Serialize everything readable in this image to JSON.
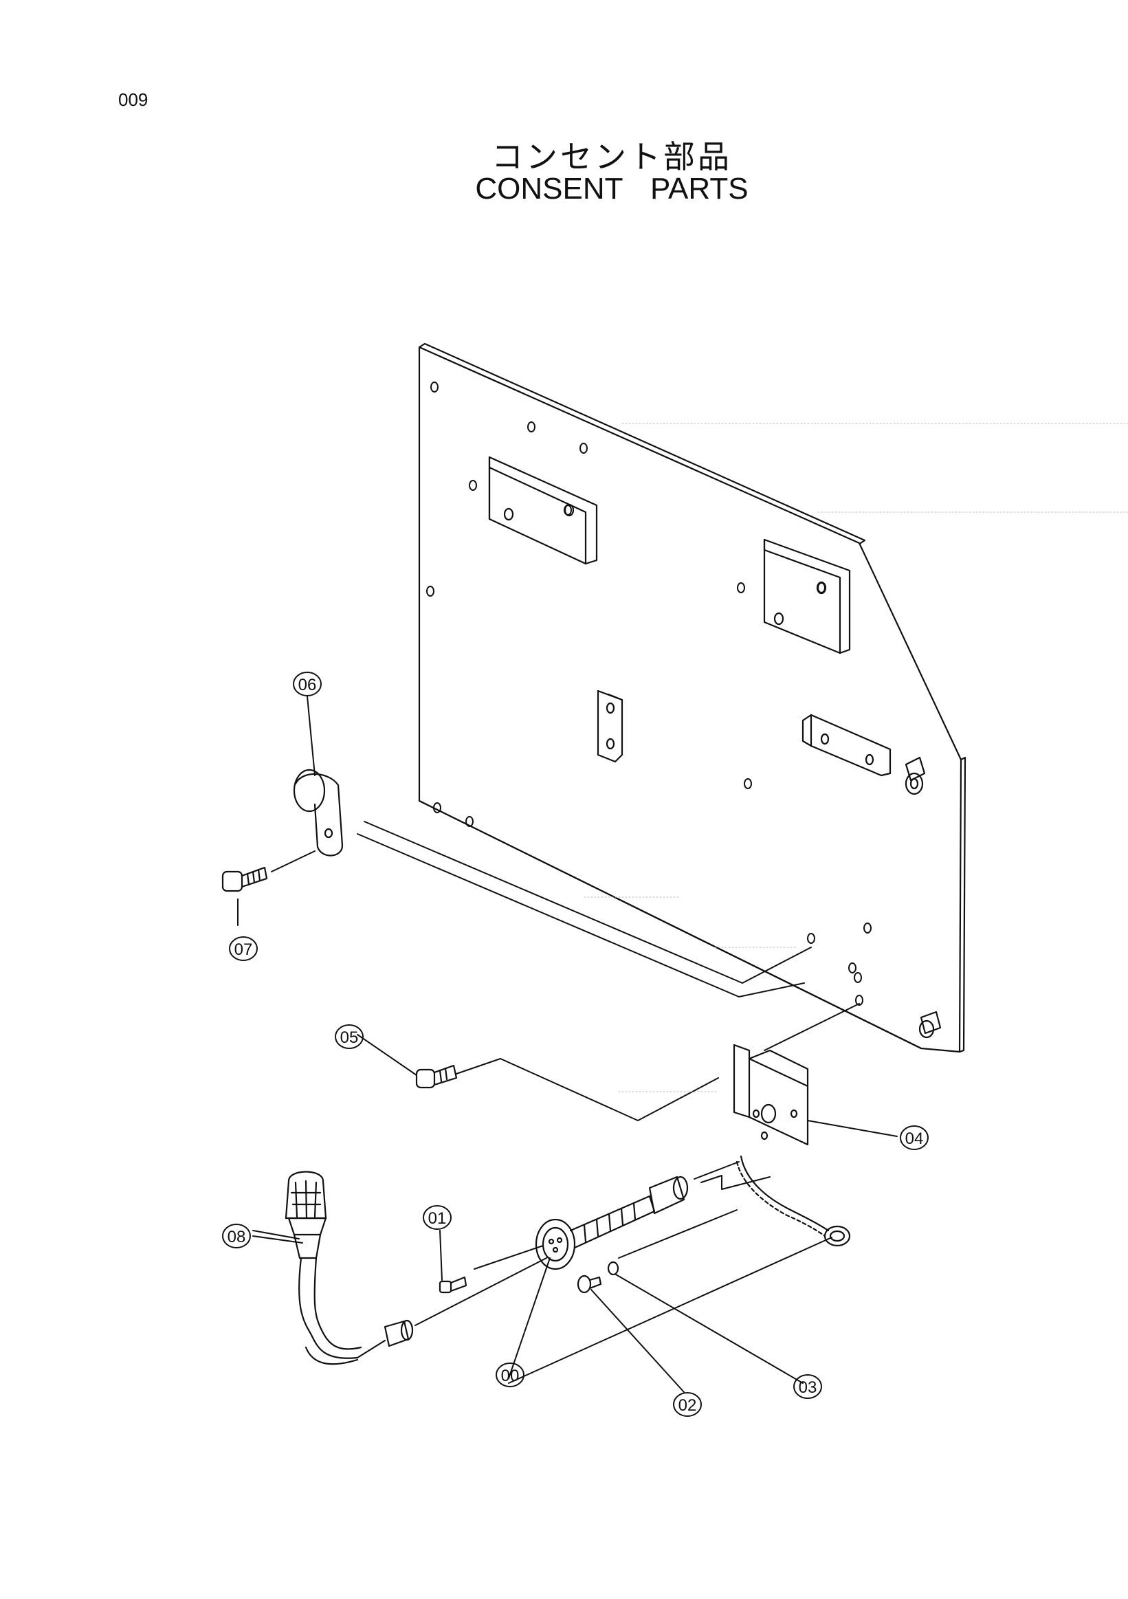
{
  "page": {
    "number": "009"
  },
  "title": {
    "japanese": "コンセント部品",
    "english": "CONSENT   PARTS"
  },
  "callouts": [
    "00",
    "01",
    "02",
    "03",
    "04",
    "05",
    "06",
    "07",
    "08"
  ]
}
